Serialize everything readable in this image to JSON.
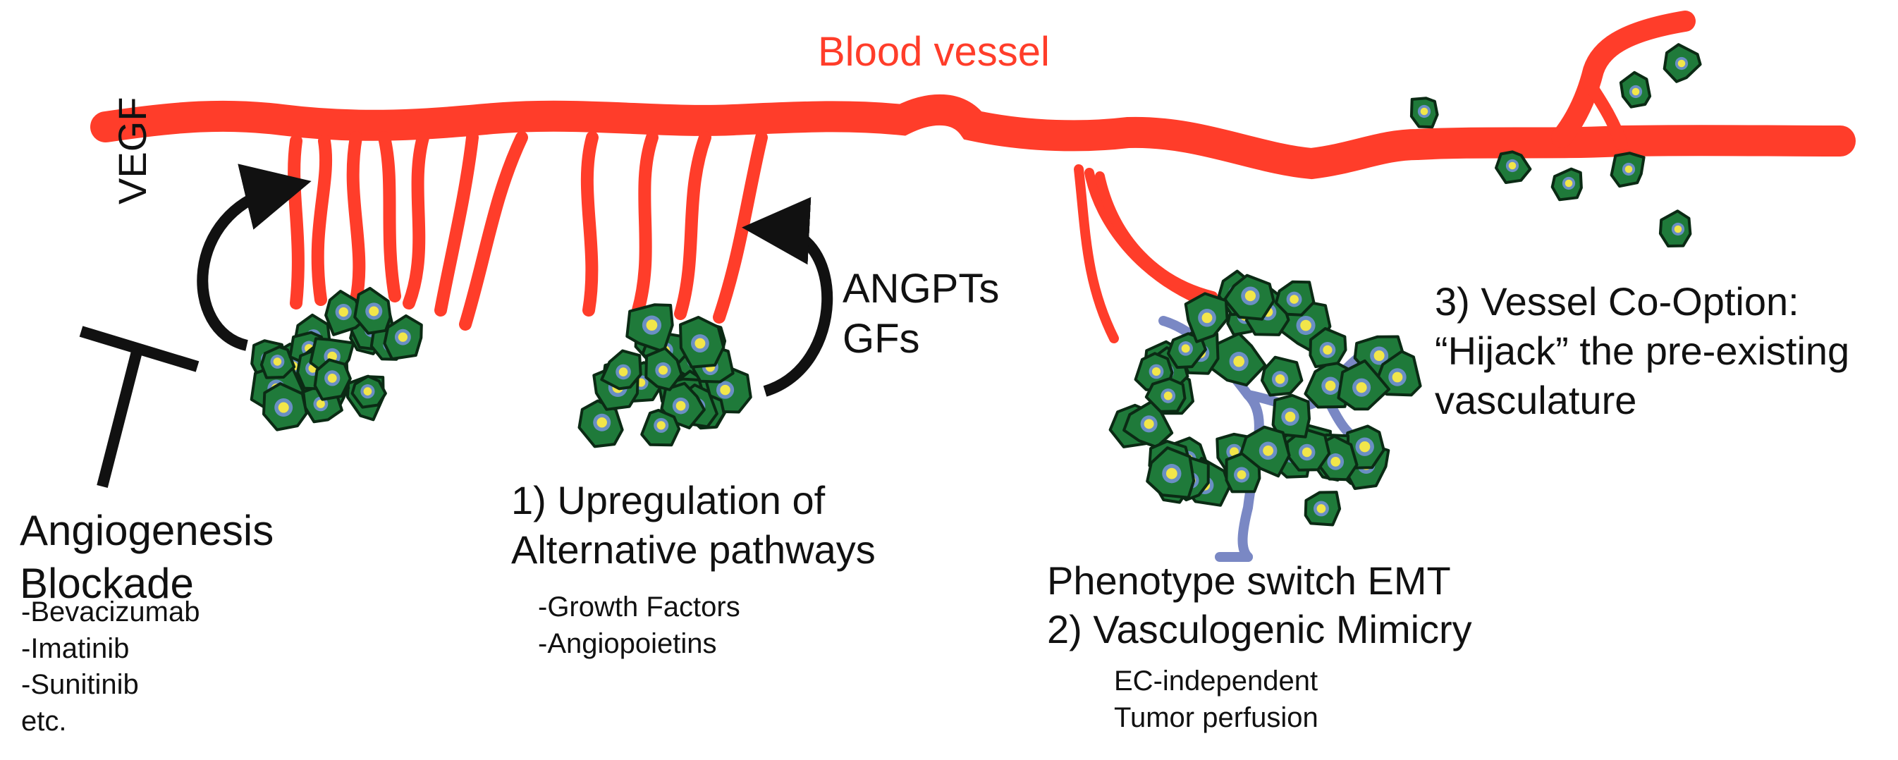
{
  "title": "Blood vessel",
  "arrow_left_label": "VEGF",
  "arrow_right_label": [
    "ANGPTs",
    "GFs"
  ],
  "blockade": {
    "title": [
      "Angiogenesis",
      "Blockade"
    ],
    "drugs": [
      "-Bevacizumab",
      "-Imatinib",
      "-Sunitinib",
      "etc."
    ]
  },
  "mechanism_1": {
    "title": [
      "1) Upregulation of",
      "Alternative pathways"
    ],
    "items": [
      "-Growth Factors",
      "-Angiopoietins"
    ]
  },
  "mechanism_2": {
    "title": [
      "Phenotype switch EMT",
      "2) Vasculogenic Mimicry"
    ],
    "items": [
      "EC-independent",
      "Tumor perfusion"
    ]
  },
  "mechanism_3": {
    "title": [
      "3) Vessel Co-Option:",
      "“Hijack” the pre-existing",
      "vasculature"
    ]
  },
  "colors": {
    "vessel": "#ff3d2a",
    "cell_fill": "#1f7a3a",
    "cell_outline": "#0b2a14",
    "nucleus": "#f2e64a",
    "nucleus_ring": "#6a8fc4",
    "mimicry_channel": "#7a88c4",
    "arrow": "#111111"
  }
}
